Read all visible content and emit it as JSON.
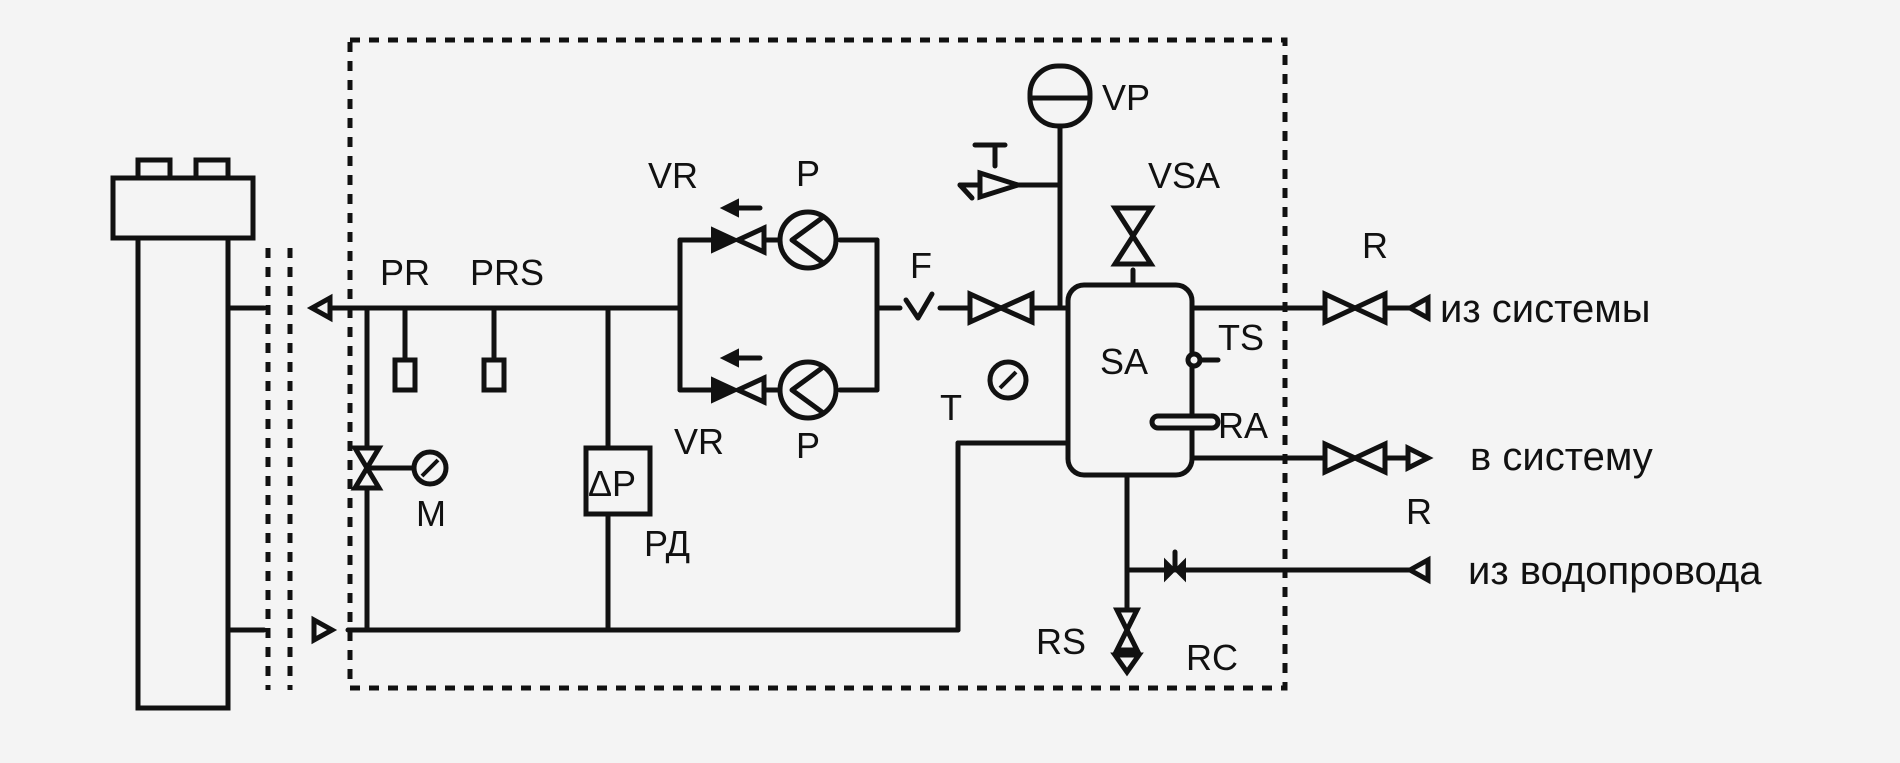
{
  "labels": {
    "vp": "VP",
    "vsa": "VSA",
    "vr_top": "VR",
    "vr_bottom": "VR",
    "p_top": "P",
    "p_bottom": "P",
    "pr": "PR",
    "prs": "PRS",
    "f": "F",
    "sa": "SA",
    "ts": "TS",
    "ra": "RA",
    "t": "T",
    "m": "M",
    "dp_symbol": "ΔP",
    "rd": "РД",
    "r_top": "R",
    "r_bottom": "R",
    "rs": "RS",
    "rc": "RC"
  },
  "connections": {
    "from_system": "из системы",
    "to_system": "в систему",
    "from_water_main": "из водопровода"
  }
}
